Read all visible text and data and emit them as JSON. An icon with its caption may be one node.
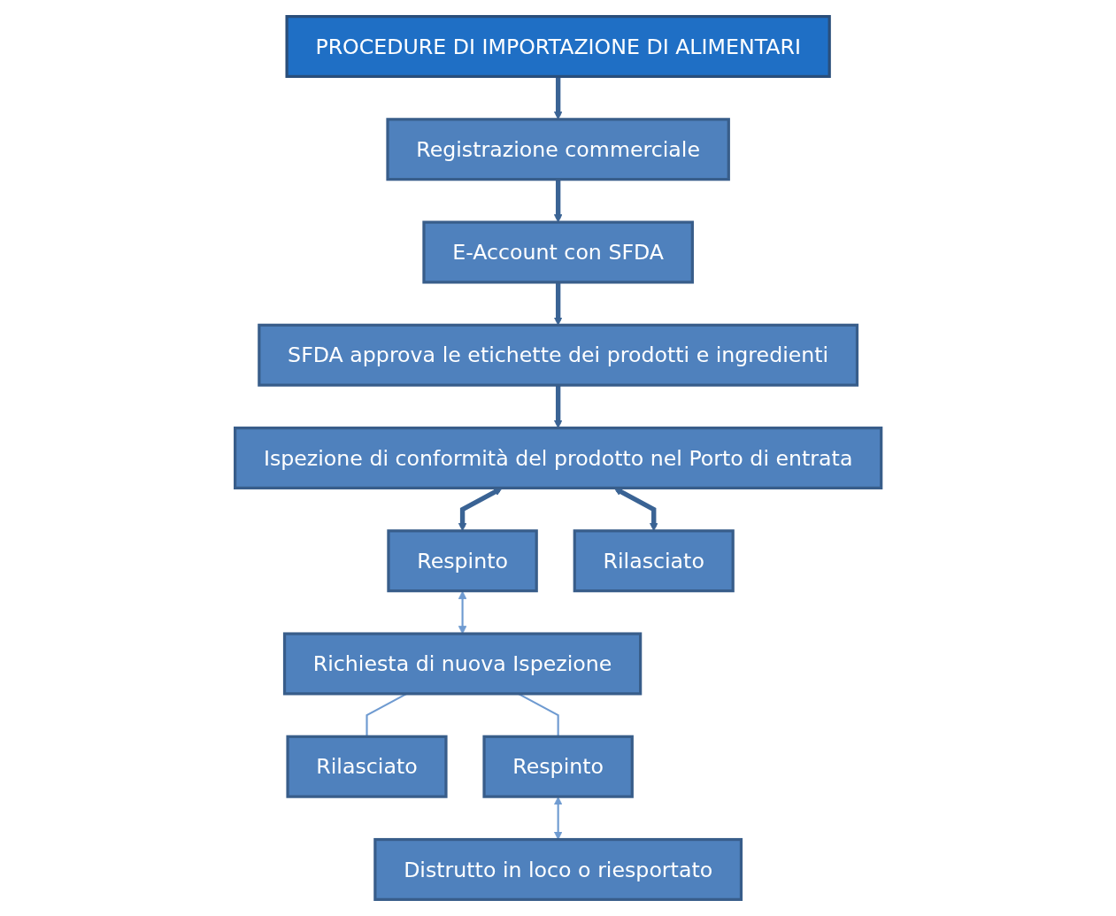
{
  "diagram": {
    "nodes": [
      {
        "text": [
          "PROCEDURE DI IMPORTAZIONE DI ALIMENTARI"
        ]
      },
      {
        "text": [
          "Registrazione commerciale"
        ]
      },
      {
        "text": [
          "E-Account con SFDA"
        ]
      },
      {
        "text": [
          "SFDA approva le etichette dei prodotti e ingredienti"
        ]
      },
      {
        "text": [
          "Ispezione di conformità del prodotto nel Porto di entrata"
        ]
      },
      {
        "text": [
          "Respinto"
        ]
      },
      {
        "text": [
          "Rilasciato"
        ]
      },
      {
        "text": [
          "Richiesta di nuova Ispezione"
        ]
      },
      {
        "text": [
          "Rilasciato"
        ]
      },
      {
        "text": [
          "Respinto"
        ]
      },
      {
        "text": [
          "Distrutto in loco o riesportato"
        ]
      }
    ],
    "edges": [
      {
        "from": 0,
        "to": 1,
        "arrow": "to"
      },
      {
        "from": 1,
        "to": 2,
        "arrow": "to"
      },
      {
        "from": 2,
        "to": 3,
        "arrow": "to"
      },
      {
        "from": 3,
        "to": 4,
        "arrow": "to"
      },
      {
        "from": 4,
        "to": 5,
        "arrow": "both"
      },
      {
        "from": 4,
        "to": 6,
        "arrow": "both"
      },
      {
        "from": 5,
        "to": 7,
        "arrow": "both",
        "color": "#6f9bd1"
      },
      {
        "from": 7,
        "to": 8,
        "arrow": "none",
        "color": "#6f9bd1"
      },
      {
        "from": 7,
        "to": 9,
        "arrow": "none",
        "color": "#6f9bd1"
      },
      {
        "from": 9,
        "to": 10,
        "arrow": "both",
        "color": "#6f9bd1"
      }
    ]
  }
}
